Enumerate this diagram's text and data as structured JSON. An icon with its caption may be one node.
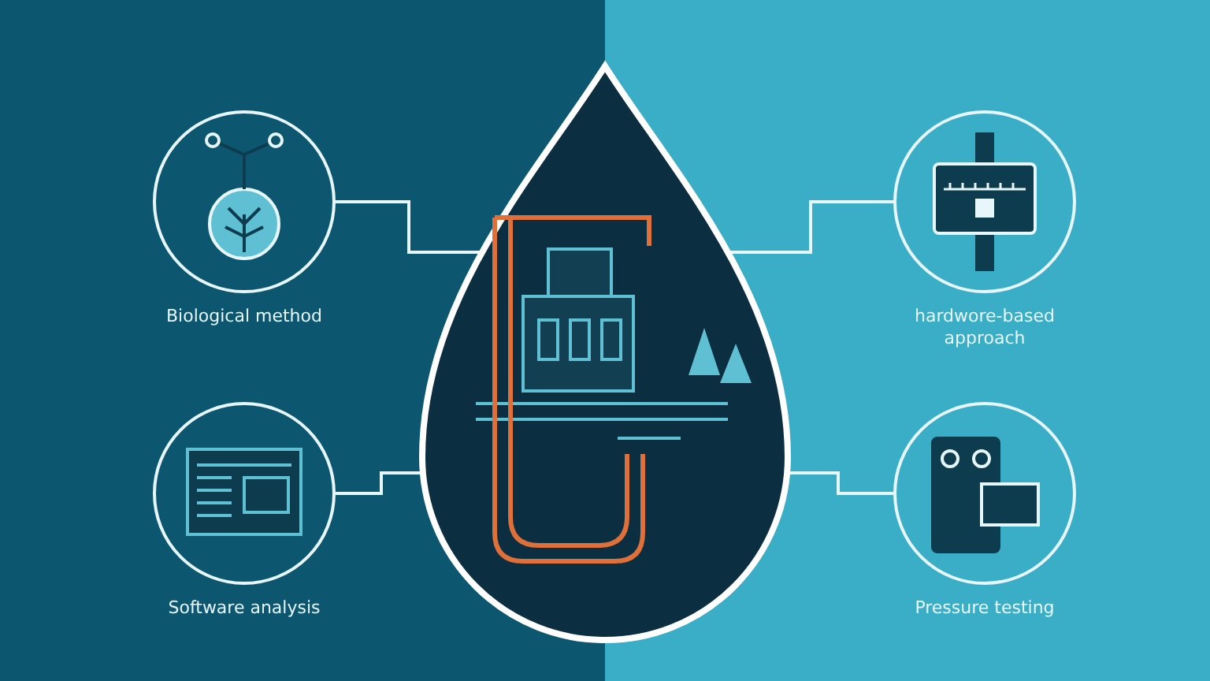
{
  "diagram": {
    "nodes": [
      {
        "text": [],
        "shape": "picture"
      },
      {
        "text": [
          "Biological method"
        ]
      },
      {
        "text": [
          "hardwore-based approach"
        ]
      },
      {
        "text": [
          "Software analysis"
        ]
      },
      {
        "text": [
          "Pressure testing"
        ]
      }
    ],
    "edges": [
      {
        "from": 1,
        "to": 0,
        "arrow": "none"
      },
      {
        "from": 2,
        "to": 0,
        "arrow": "none"
      },
      {
        "from": 3,
        "to": 0,
        "arrow": "none"
      },
      {
        "from": 4,
        "to": 0,
        "arrow": "none"
      }
    ]
  }
}
